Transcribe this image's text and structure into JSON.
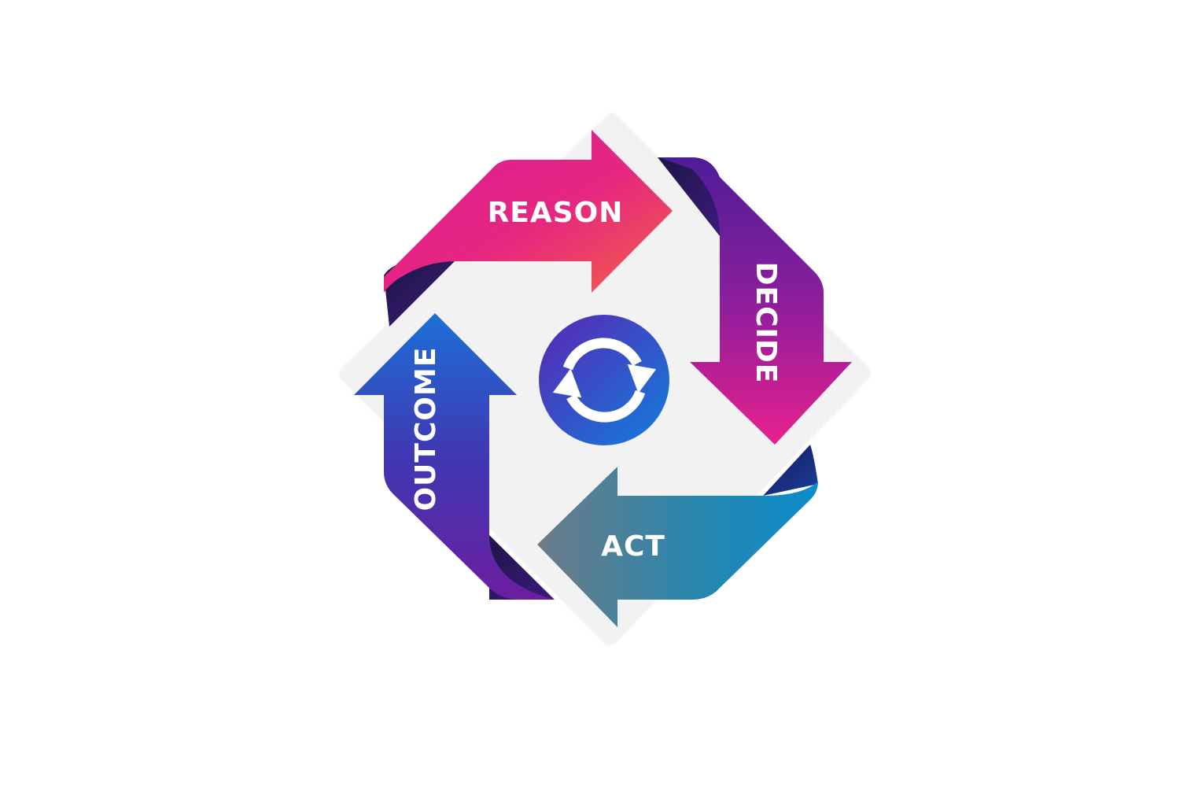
{
  "diagram": {
    "stages": [
      {
        "id": "reason",
        "label": "REASON"
      },
      {
        "id": "decide",
        "label": "DECIDE"
      },
      {
        "id": "act",
        "label": "ACT"
      },
      {
        "id": "outcome",
        "label": "OUTCOME"
      }
    ],
    "center_icon": "refresh-cycle-icon",
    "colors": {
      "background_panel": "#f2f2f3",
      "label_text": "#ffffff",
      "reason": [
        "#d81b9c",
        "#f05a4a"
      ],
      "decide": [
        "#5b1f9e",
        "#e0208f"
      ],
      "act": [
        "#6a7a88",
        "#0e8cc4"
      ],
      "outcome": [
        "#1f66cc",
        "#6a1fa0"
      ],
      "center_badge": [
        "#5a2ab8",
        "#1a7ad8"
      ]
    }
  }
}
